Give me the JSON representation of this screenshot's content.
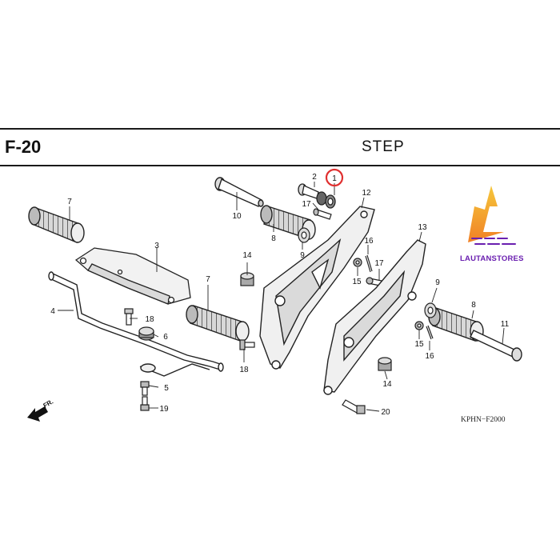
{
  "header": {
    "code": "F-20",
    "title": "STEP"
  },
  "diagram": {
    "code": "KPHN−F2000",
    "direction_label": "FR.",
    "highlighted_part": "1",
    "callouts": [
      "1",
      "2",
      "3",
      "4",
      "5",
      "6",
      "7",
      "7",
      "8",
      "8",
      "9",
      "9",
      "10",
      "11",
      "12",
      "13",
      "14",
      "14",
      "15",
      "15",
      "16",
      "16",
      "17",
      "17",
      "18",
      "18",
      "19",
      "20"
    ]
  },
  "watermark": {
    "brand": "LAUTANSTORES"
  },
  "colors": {
    "highlight": "#e03030",
    "ink": "#222222",
    "brand_text": "#6a1fb0",
    "arrow_orange": "#f07a1a",
    "arrow_yellow": "#f5c431"
  }
}
